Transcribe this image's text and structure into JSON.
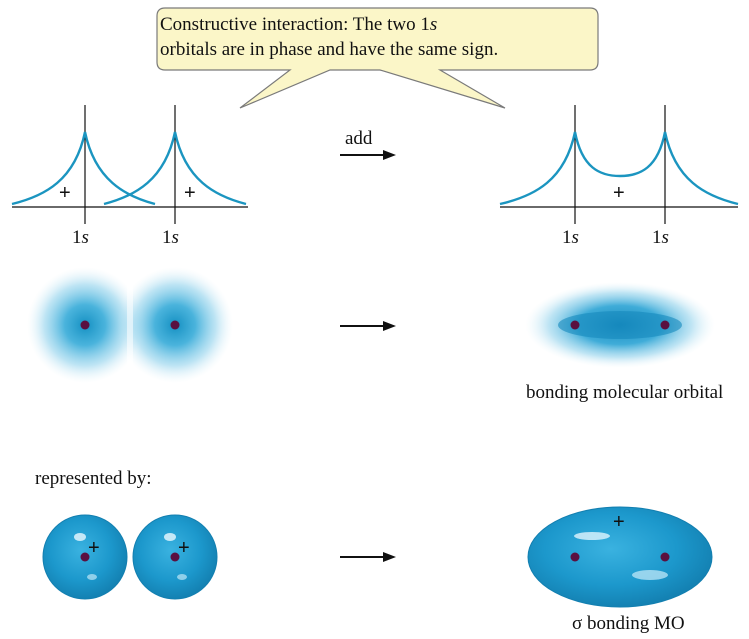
{
  "callout": {
    "line1": "Constructive interaction:  The two 1",
    "line1_italic": "s",
    "line2": "orbitals are in phase and have the same sign."
  },
  "top_row": {
    "arrow_label": "add",
    "left_axis_labels": [
      "1s",
      "1s"
    ],
    "right_axis_labels": [
      "1s",
      "1s"
    ],
    "sign_symbols": [
      "+",
      "+",
      "+"
    ]
  },
  "middle_row": {
    "caption": "bonding molecular orbital"
  },
  "bottom_row": {
    "heading": "represented by:",
    "caption": "σ bonding MO",
    "sign_symbols": [
      "+",
      "+",
      "+"
    ]
  },
  "colors": {
    "orbital_blue": "#1a9dc9",
    "curve_blue": "#1b95c0",
    "nucleus": "#5a1040",
    "callout_fill": "#fbf6c8",
    "callout_border": "#7a7a7a"
  }
}
